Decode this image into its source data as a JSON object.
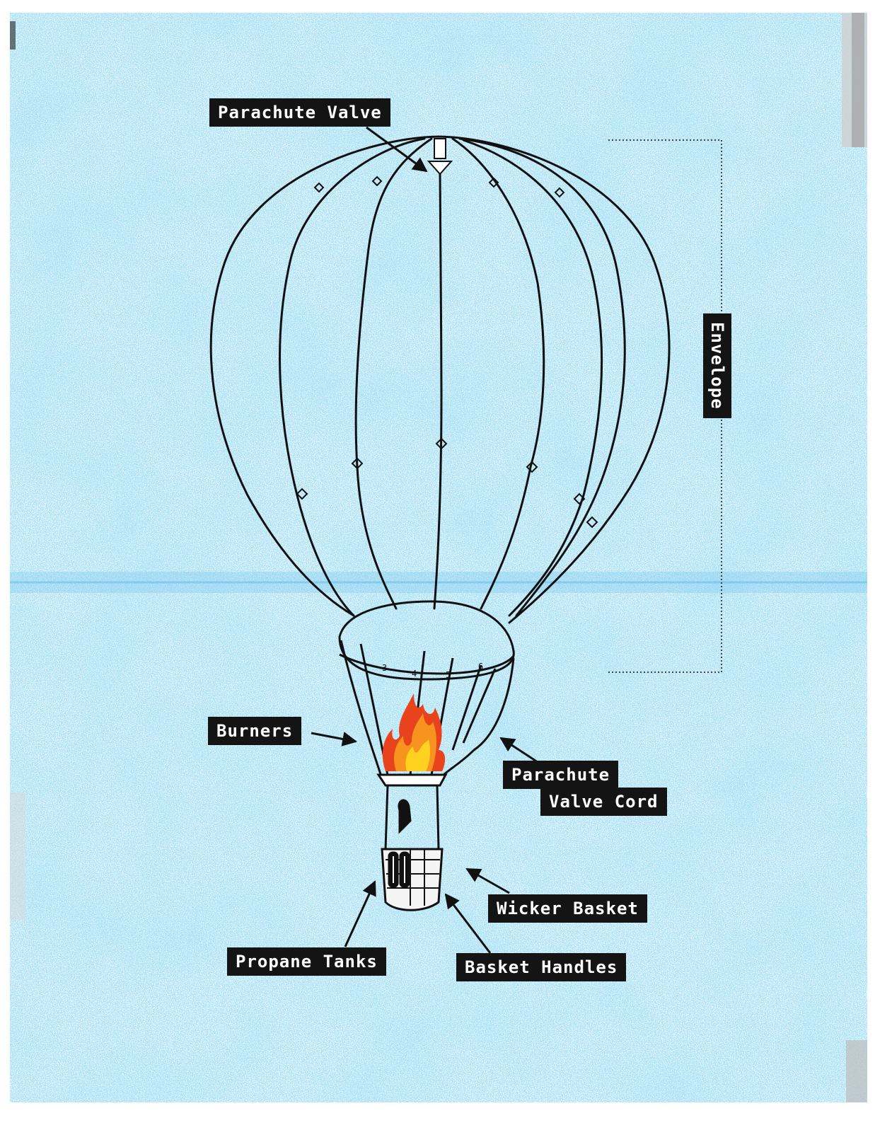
{
  "colors": {
    "paper": "#fbfdfe",
    "speckle": "#4fb6e6",
    "ink": "#111111",
    "label_bg": "#141414",
    "label_text": "#ffffff",
    "flame_outer": "#e8431c",
    "flame_mid": "#f7931e",
    "flame_inner": "#ffd21f"
  },
  "labels": {
    "parachute_valve": "Parachute Valve",
    "envelope": "Envelope",
    "burners": "Burners",
    "parachute_valve_cord_line1": "Parachute",
    "parachute_valve_cord_line2": "Valve Cord",
    "wicker_basket": "Wicker Basket",
    "propane_tanks": "Propane Tanks",
    "basket_handles": "Basket Handles"
  },
  "icons": [
    "flame-icon",
    "arrow-icon",
    "bracket-icon"
  ]
}
